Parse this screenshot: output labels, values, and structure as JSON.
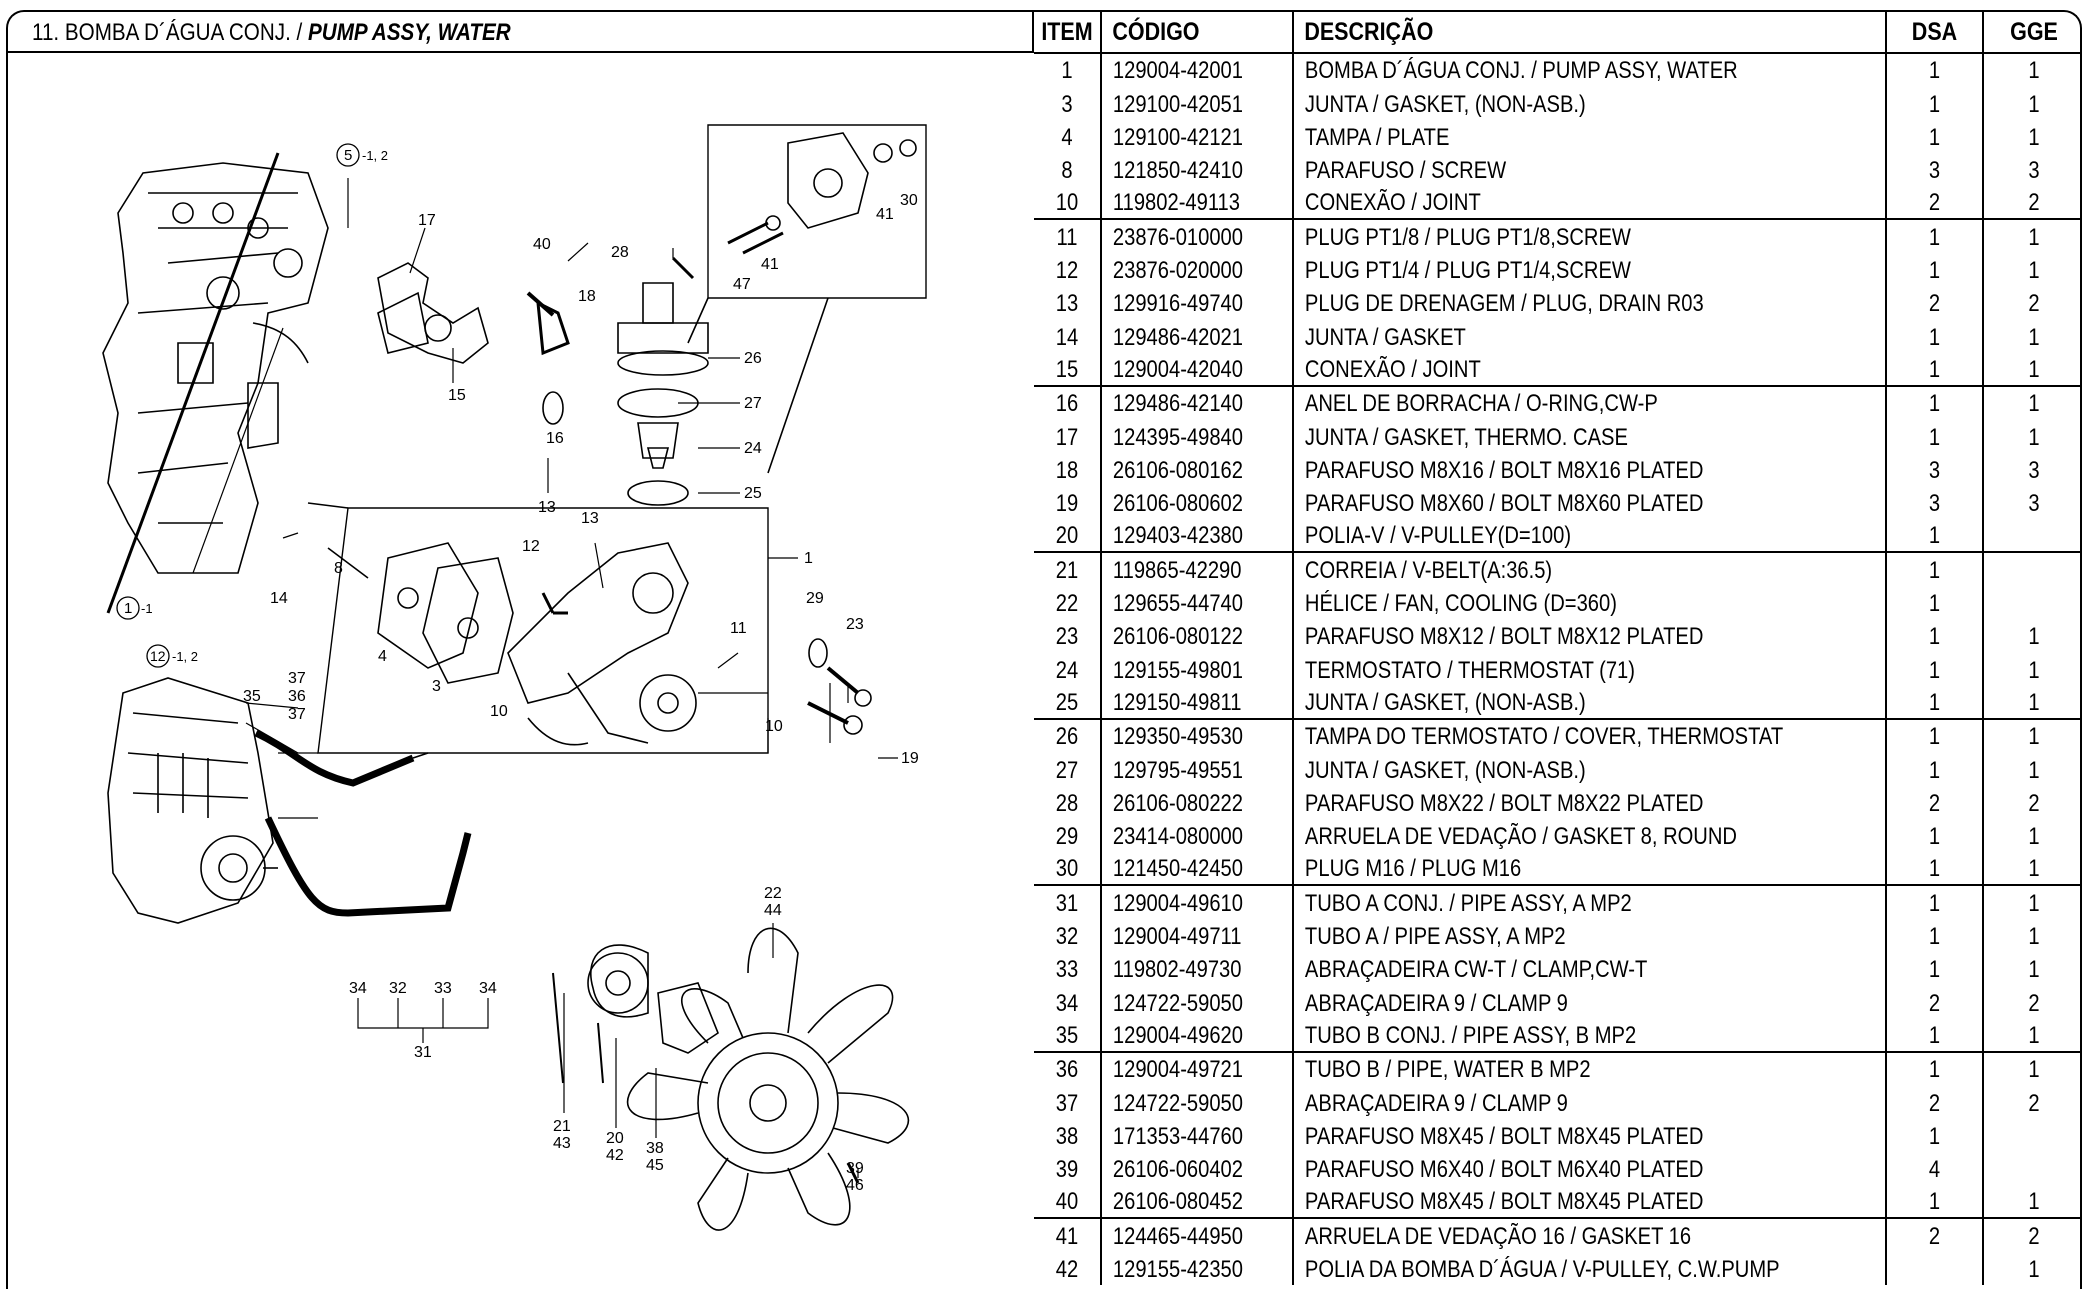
{
  "section": {
    "title_pt": "11. BOMBA D´ÁGUA CONJ. / ",
    "title_en": "PUMP ASSY, WATER"
  },
  "table": {
    "headers": {
      "item": "ITEM",
      "code": "CÓDIGO",
      "desc": "DESCRIÇÃO",
      "dsa": "DSA",
      "gge": "GGE"
    },
    "rows": [
      {
        "item": "1",
        "code": "129004-42001",
        "desc": "BOMBA D´ÁGUA CONJ. / PUMP ASSY, WATER",
        "dsa": "1",
        "gge": "1"
      },
      {
        "item": "3",
        "code": "129100-42051",
        "desc": "JUNTA / GASKET, (NON-ASB.)",
        "dsa": "1",
        "gge": "1"
      },
      {
        "item": "4",
        "code": "129100-42121",
        "desc": "TAMPA / PLATE",
        "dsa": "1",
        "gge": "1"
      },
      {
        "item": "8",
        "code": "121850-42410",
        "desc": "PARAFUSO / SCREW",
        "dsa": "3",
        "gge": "3"
      },
      {
        "item": "10",
        "code": "119802-49113",
        "desc": "CONEXÃO / JOINT",
        "dsa": "2",
        "gge": "2"
      },
      {
        "item": "11",
        "code": "23876-010000",
        "desc": "PLUG PT1/8 / PLUG PT1/8,SCREW",
        "dsa": "1",
        "gge": "1"
      },
      {
        "item": "12",
        "code": "23876-020000",
        "desc": "PLUG PT1/4 / PLUG PT1/4,SCREW",
        "dsa": "1",
        "gge": "1"
      },
      {
        "item": "13",
        "code": "129916-49740",
        "desc": "PLUG DE DRENAGEM / PLUG, DRAIN R03",
        "dsa": "2",
        "gge": "2"
      },
      {
        "item": "14",
        "code": "129486-42021",
        "desc": "JUNTA / GASKET",
        "dsa": "1",
        "gge": "1"
      },
      {
        "item": "15",
        "code": "129004-42040",
        "desc": "CONEXÃO / JOINT",
        "dsa": "1",
        "gge": "1"
      },
      {
        "item": "16",
        "code": "129486-42140",
        "desc": "ANEL DE BORRACHA / O-RING,CW-P",
        "dsa": "1",
        "gge": "1"
      },
      {
        "item": "17",
        "code": "124395-49840",
        "desc": "JUNTA / GASKET, THERMO. CASE",
        "dsa": "1",
        "gge": "1"
      },
      {
        "item": "18",
        "code": "26106-080162",
        "desc": "PARAFUSO M8X16 / BOLT M8X16 PLATED",
        "dsa": "3",
        "gge": "3"
      },
      {
        "item": "19",
        "code": "26106-080602",
        "desc": "PARAFUSO M8X60 / BOLT M8X60 PLATED",
        "dsa": "3",
        "gge": "3"
      },
      {
        "item": "20",
        "code": "129403-42380",
        "desc": "POLIA-V / V-PULLEY(D=100)",
        "dsa": "1",
        "gge": ""
      },
      {
        "item": "21",
        "code": "119865-42290",
        "desc": "CORREIA / V-BELT(A:36.5)",
        "dsa": "1",
        "gge": ""
      },
      {
        "item": "22",
        "code": "129655-44740",
        "desc": "HÉLICE / FAN, COOLING (D=360)",
        "dsa": "1",
        "gge": ""
      },
      {
        "item": "23",
        "code": "26106-080122",
        "desc": "PARAFUSO M8X12 / BOLT M8X12 PLATED",
        "dsa": "1",
        "gge": "1"
      },
      {
        "item": "24",
        "code": "129155-49801",
        "desc": "TERMOSTATO / THERMOSTAT (71)",
        "dsa": "1",
        "gge": "1"
      },
      {
        "item": "25",
        "code": "129150-49811",
        "desc": "JUNTA / GASKET, (NON-ASB.)",
        "dsa": "1",
        "gge": "1"
      },
      {
        "item": "26",
        "code": "129350-49530",
        "desc": "TAMPA DO TERMOSTATO / COVER, THERMOSTAT",
        "dsa": "1",
        "gge": "1"
      },
      {
        "item": "27",
        "code": "129795-49551",
        "desc": "JUNTA / GASKET, (NON-ASB.)",
        "dsa": "1",
        "gge": "1"
      },
      {
        "item": "28",
        "code": "26106-080222",
        "desc": "PARAFUSO M8X22 / BOLT M8X22 PLATED",
        "dsa": "2",
        "gge": "2"
      },
      {
        "item": "29",
        "code": "23414-080000",
        "desc": "ARRUELA DE VEDAÇÃO / GASKET 8, ROUND",
        "dsa": "1",
        "gge": "1"
      },
      {
        "item": "30",
        "code": "121450-42450",
        "desc": "PLUG M16 / PLUG M16",
        "dsa": "1",
        "gge": "1"
      },
      {
        "item": "31",
        "code": "129004-49610",
        "desc": "TUBO A CONJ. / PIPE ASSY, A MP2",
        "dsa": "1",
        "gge": "1"
      },
      {
        "item": "32",
        "code": "129004-49711",
        "desc": "TUBO A / PIPE ASSY, A MP2",
        "dsa": "1",
        "gge": "1"
      },
      {
        "item": "33",
        "code": "119802-49730",
        "desc": "ABRAÇADEIRA CW-T / CLAMP,CW-T",
        "dsa": "1",
        "gge": "1"
      },
      {
        "item": "34",
        "code": "124722-59050",
        "desc": "ABRAÇADEIRA 9 / CLAMP 9",
        "dsa": "2",
        "gge": "2"
      },
      {
        "item": "35",
        "code": "129004-49620",
        "desc": "TUBO B CONJ. / PIPE ASSY, B MP2",
        "dsa": "1",
        "gge": "1"
      },
      {
        "item": "36",
        "code": "129004-49721",
        "desc": "TUBO B / PIPE, WATER B MP2",
        "dsa": "1",
        "gge": "1"
      },
      {
        "item": "37",
        "code": "124722-59050",
        "desc": "ABRAÇADEIRA 9 / CLAMP 9",
        "dsa": "2",
        "gge": "2"
      },
      {
        "item": "38",
        "code": "171353-44760",
        "desc": "PARAFUSO M8X45 / BOLT M8X45 PLATED",
        "dsa": "1",
        "gge": ""
      },
      {
        "item": "39",
        "code": "26106-060402",
        "desc": "PARAFUSO M6X40 / BOLT M6X40 PLATED",
        "dsa": "4",
        "gge": ""
      },
      {
        "item": "40",
        "code": "26106-080452",
        "desc": "PARAFUSO M8X45 / BOLT M8X45 PLATED",
        "dsa": "1",
        "gge": "1"
      },
      {
        "item": "41",
        "code": "124465-44950",
        "desc": "ARRUELA DE VEDAÇÃO 16 / GASKET 16",
        "dsa": "2",
        "gge": "2"
      },
      {
        "item": "42",
        "code": "129155-42350",
        "desc": "POLIA DA BOMBA D´ÁGUA / V-PULLEY, C.W.PUMP",
        "dsa": "",
        "gge": "1"
      }
    ]
  },
  "diagram": {
    "callouts": [
      "5",
      "-1, 2",
      "17",
      "40",
      "28",
      "18",
      "47",
      "41",
      "41",
      "30",
      "26",
      "27",
      "24",
      "25",
      "15",
      "16",
      "13",
      "13",
      "12",
      "8",
      "1",
      "14",
      "1",
      "-1",
      "29",
      "23",
      "11",
      "12",
      "-1, 2",
      "37",
      "36",
      "35",
      "37",
      "4",
      "3",
      "10",
      "10",
      "19",
      "22",
      "44",
      "34",
      "32",
      "33",
      "34",
      "31",
      "21",
      "43",
      "20",
      "42",
      "38",
      "45",
      "39",
      "46"
    ]
  }
}
